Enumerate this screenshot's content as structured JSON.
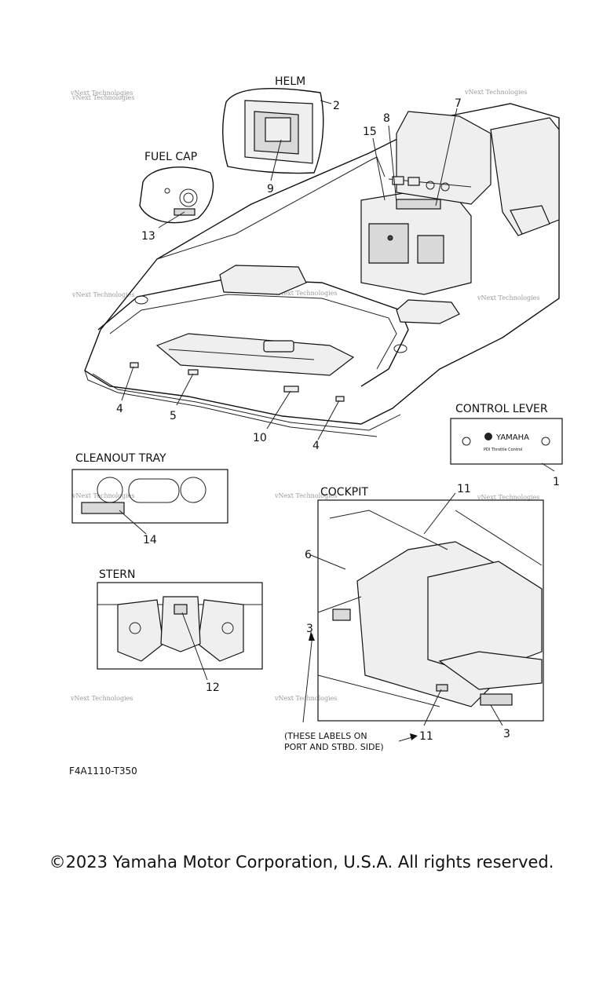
{
  "titles": {
    "helm": "HELM",
    "fuel_cap": "FUEL CAP",
    "control_lever": "CONTROL LEVER",
    "cleanout_tray": "CLEANOUT TRAY",
    "cockpit": "COCKPIT",
    "stern": "STERN"
  },
  "note": {
    "line1": "(THESE LABELS ON",
    "line2": "PORT AND STBD. SIDE)"
  },
  "callouts": {
    "c1": "1",
    "c2": "2",
    "c3a": "3",
    "c3b": "3",
    "c4a": "4",
    "c4b": "4",
    "c5": "5",
    "c6": "6",
    "c7": "7",
    "c8": "8",
    "c9": "9",
    "c10": "10",
    "c11a": "11",
    "c11b": "11",
    "c12": "12",
    "c13": "13",
    "c14": "14",
    "c15": "15"
  },
  "control_label_text": {
    "brand": "YAMAHA",
    "subtitle": "PDI Throttle Control"
  },
  "watermark": "vNext Technologies",
  "drawing_code": "F4A1110-T350",
  "copyright": "©2023 Yamaha Motor Corporation, U.S.A. All rights reserved."
}
